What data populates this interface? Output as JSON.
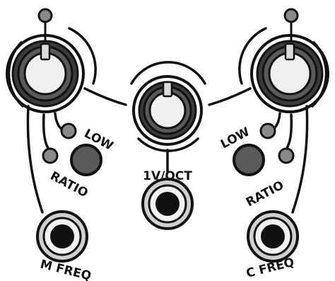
{
  "labels": {
    "low_left": "LOW",
    "ratio_left": "RATIO",
    "voct": "1V/OCT",
    "low_right": "LOW",
    "ratio_right": "RATIO",
    "m_freq": "M FREQ",
    "c_freq": "C FREQ"
  },
  "colors": {
    "stroke": "#111111",
    "knob_outer": "#3a3a3a",
    "knob_mid": "#5a5a5a",
    "knob_cap": "#f0f0f0",
    "pointer": "#dcdcdc",
    "button": "#5a5a5a",
    "led": "#8a8a8a",
    "jack_ring": "#cfcfcf",
    "jack_hole": "#111111"
  }
}
